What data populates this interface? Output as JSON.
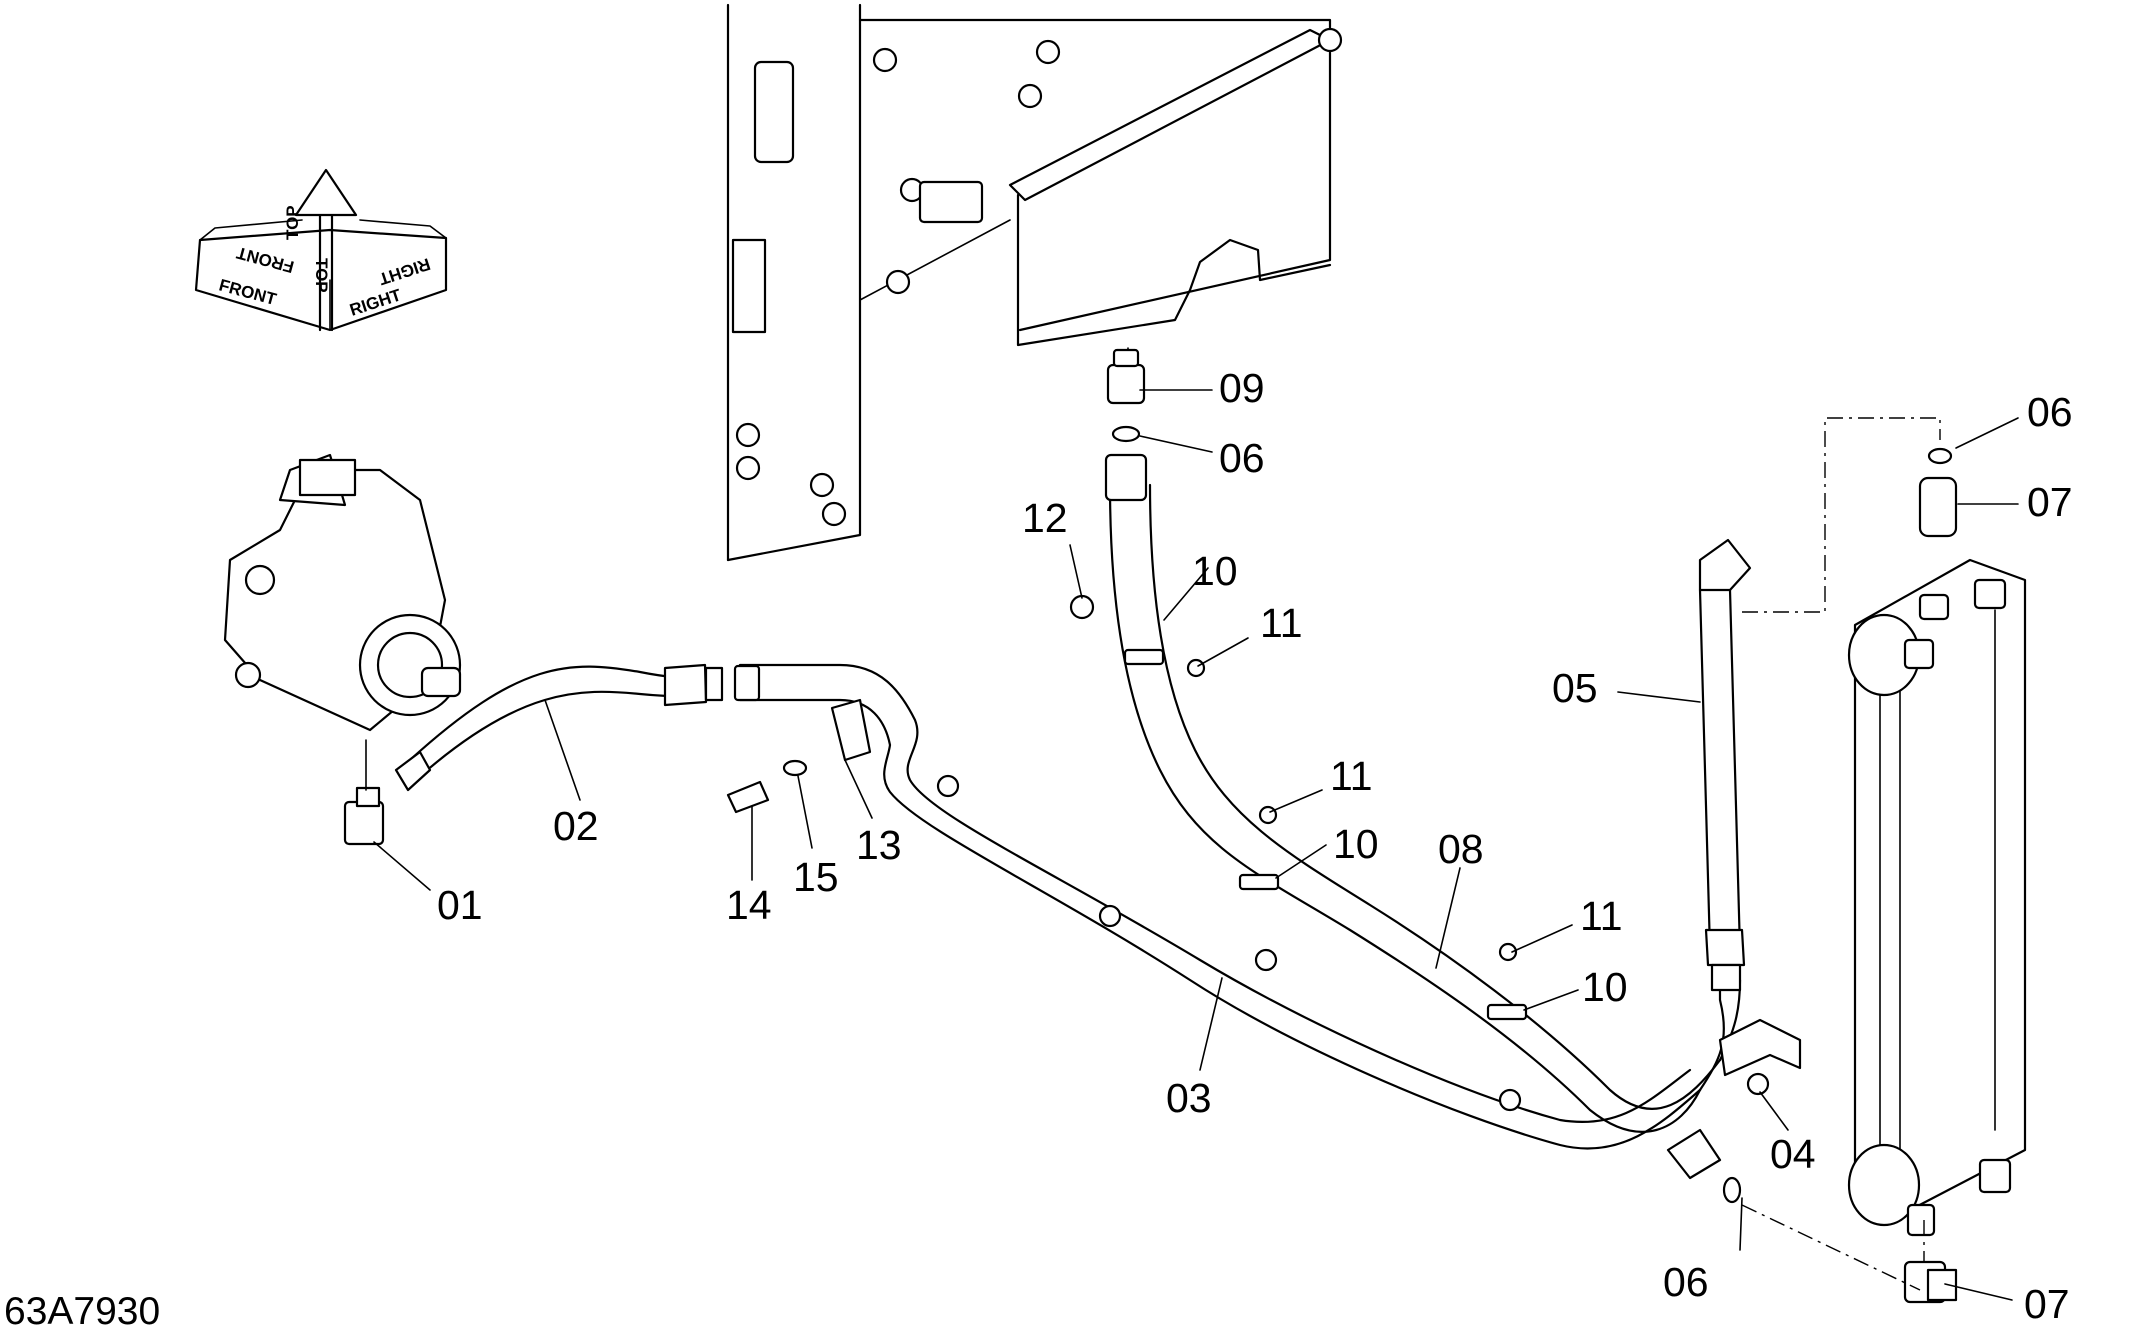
{
  "drawing_number": "63A7930",
  "orientation": {
    "top": "TOP",
    "front": "FRONT",
    "right": "RIGHT",
    "front_mirrored": "FRONT",
    "top_mirrored": "TOP",
    "right_mirrored": "RIGHT"
  },
  "callouts": [
    {
      "id": "c01",
      "label": "01"
    },
    {
      "id": "c02",
      "label": "02"
    },
    {
      "id": "c03",
      "label": "03"
    },
    {
      "id": "c04",
      "label": "04"
    },
    {
      "id": "c05",
      "label": "05"
    },
    {
      "id": "c06a",
      "label": "06"
    },
    {
      "id": "c06b",
      "label": "06"
    },
    {
      "id": "c06c",
      "label": "06"
    },
    {
      "id": "c07a",
      "label": "07"
    },
    {
      "id": "c07b",
      "label": "07"
    },
    {
      "id": "c08",
      "label": "08"
    },
    {
      "id": "c09",
      "label": "09"
    },
    {
      "id": "c10a",
      "label": "10"
    },
    {
      "id": "c10b",
      "label": "10"
    },
    {
      "id": "c10c",
      "label": "10"
    },
    {
      "id": "c11a",
      "label": "11"
    },
    {
      "id": "c11b",
      "label": "11"
    },
    {
      "id": "c11c",
      "label": "11"
    },
    {
      "id": "c12",
      "label": "12"
    },
    {
      "id": "c13",
      "label": "13"
    },
    {
      "id": "c14",
      "label": "14"
    },
    {
      "id": "c15",
      "label": "15"
    }
  ]
}
